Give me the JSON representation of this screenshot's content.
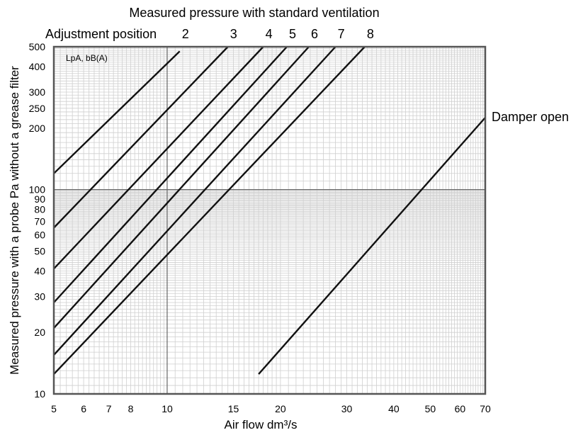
{
  "chart_data": {
    "type": "line",
    "title": "Measured pressure with standard ventilation",
    "position_label": "Adjustment position",
    "xlabel": "Air flow dm³/s",
    "ylabel": "Measured pressure with a probe Pa without a grease filter",
    "inner_label": "LpA, bB(A)",
    "x_scale": "log",
    "y_scale": "log",
    "xlim": [
      5,
      70
    ],
    "ylim": [
      10,
      500
    ],
    "grid": true,
    "x_ticks": [
      5,
      6,
      7,
      8,
      10,
      15,
      20,
      30,
      40,
      50,
      60,
      70
    ],
    "y_ticks": [
      10,
      20,
      30,
      40,
      50,
      60,
      70,
      80,
      90,
      100,
      200,
      250,
      300,
      400,
      500
    ],
    "series": [
      {
        "name": "2",
        "x": [
          5,
          10.8
        ],
        "y": [
          120,
          475
        ]
      },
      {
        "name": "3",
        "x": [
          5,
          14.5
        ],
        "y": [
          65,
          500
        ]
      },
      {
        "name": "4",
        "x": [
          5,
          18
        ],
        "y": [
          41,
          500
        ]
      },
      {
        "name": "5",
        "x": [
          5,
          20.8
        ],
        "y": [
          28,
          500
        ]
      },
      {
        "name": "6",
        "x": [
          5,
          23.8
        ],
        "y": [
          21,
          500
        ]
      },
      {
        "name": "7",
        "x": [
          5,
          28
        ],
        "y": [
          15.5,
          500
        ]
      },
      {
        "name": "8",
        "x": [
          5,
          33.5
        ],
        "y": [
          12.5,
          500
        ]
      },
      {
        "name": "Damper open",
        "x": [
          17.5,
          70
        ],
        "y": [
          12.5,
          225
        ]
      }
    ]
  }
}
